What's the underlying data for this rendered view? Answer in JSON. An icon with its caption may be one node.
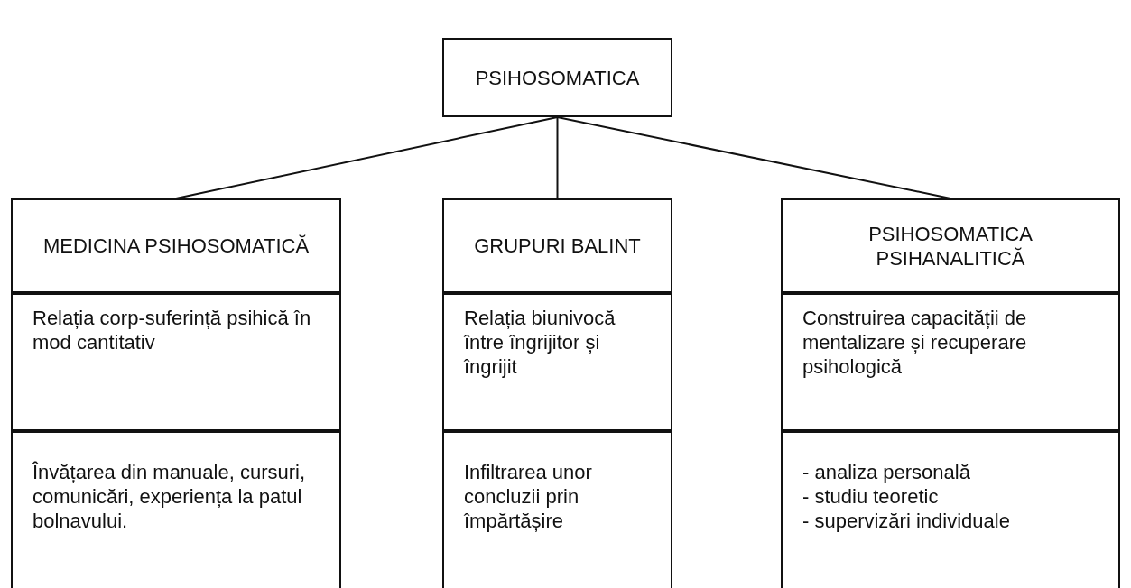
{
  "diagram": {
    "nodes": [
      {
        "text": [
          "PSIHOSOMATICA"
        ]
      },
      {
        "text": [
          "MEDICINA PSIHOSOMATICĂ"
        ]
      },
      {
        "text": [
          "Relația corp-suferință psihică în mod cantitativ"
        ]
      },
      {
        "text": [
          "Învățarea din manuale, cursuri, comunicări, experiența la patul bolnavului."
        ]
      },
      {
        "text": [
          "GRUPURI BALINT"
        ]
      },
      {
        "text": [
          "Relația biunivocă între îngrijitor și îngrijit"
        ]
      },
      {
        "text": [
          "Infiltrarea unor concluzii prin împărtășire"
        ]
      },
      {
        "text": [
          "PSIHOSOMATICA PSIHANALITICĂ"
        ]
      },
      {
        "text": [
          "Construirea capacității de mentalizare și recuperare psihologică"
        ]
      },
      {
        "text": [
          "- analiza personală",
          "- studiu teoretic",
          "- supervizări individuale"
        ]
      }
    ],
    "edges": [
      {
        "from": 0,
        "to": 1,
        "arrow": "none"
      },
      {
        "from": 0,
        "to": 4,
        "arrow": "none"
      },
      {
        "from": 0,
        "to": 7,
        "arrow": "none"
      }
    ]
  }
}
